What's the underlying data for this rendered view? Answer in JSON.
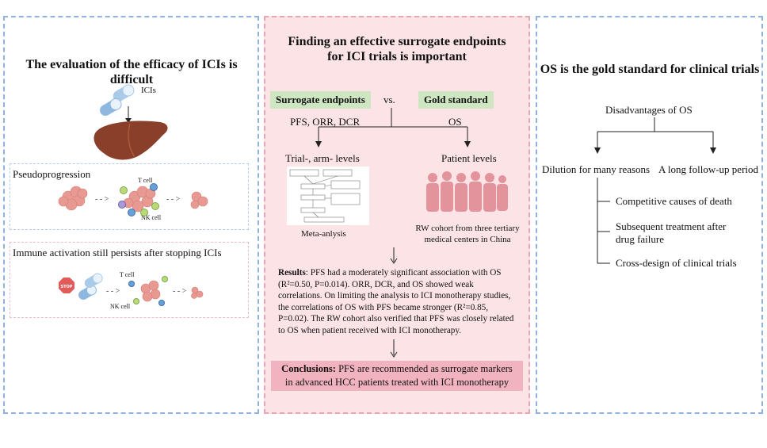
{
  "left": {
    "title": "The evaluation of the efficacy of ICIs is difficult",
    "icis_label": "ICIs",
    "pseudo_title": "Pseudoprogression",
    "tcell_label": "T cell",
    "nkcell_label": "NK cell",
    "immune_title": "Immune activation still persists after stopping ICIs",
    "tcell_label2": "T cell",
    "nkcell_label2": "NK cell",
    "stop_text": "STOP"
  },
  "middle": {
    "title_line1": "Finding an effective surrogate endpoints",
    "title_line2": "for ICI trials is important",
    "surrogate_label": "Surrogate endpoints",
    "vs_label": "vs.",
    "gold_label": "Gold standard",
    "surrogate_items": "PFS, ORR, DCR",
    "gold_item": "OS",
    "trial_levels": "Trial-, arm- levels",
    "patient_levels": "Patient levels",
    "meta_label": "Meta-anlysis",
    "rw_line1": "RW cohort from three  tertiary",
    "rw_line2": "medical centers in China",
    "results_label": "Results",
    "results_text": ": PFS had a moderately significant association with OS (R²=0.50, P=0.014). ORR, DCR, and OS showed weak correlations. On limiting the analysis to ICI monotherapy studies, the correlations of OS with PFS became stronger (R²=0.85, P=0.02). The RW cohort also verified that PFS was closely related to OS when patient received with ICI monotherapy.",
    "conclusion_label": "Conclusions:",
    "conclusion_line1": " PFS are recommended as surrogate markers",
    "conclusion_line2": "in advanced HCC patients treated with ICI monotherapy"
  },
  "right": {
    "title": "OS is the gold standard for clinical trials",
    "disadvantages": "Disadvantages of OS",
    "dilution": "Dilution for many reasons",
    "followup": "A long follow-up period",
    "reason1": "Competitive causes of death",
    "reason2_line1": "Subsequent treatment after",
    "reason2_line2": "drug failure",
    "reason3": "Cross-design of clinical trials"
  },
  "colors": {
    "blue_border": "#8fb2de",
    "pink_border": "#e4a8b4",
    "mid_background": "#fbe3e6",
    "green_label": "#cfe6c2",
    "conclusion_bg": "#f1b3bf",
    "liver": "#8a3f2a",
    "tumor": "#e89a92"
  }
}
